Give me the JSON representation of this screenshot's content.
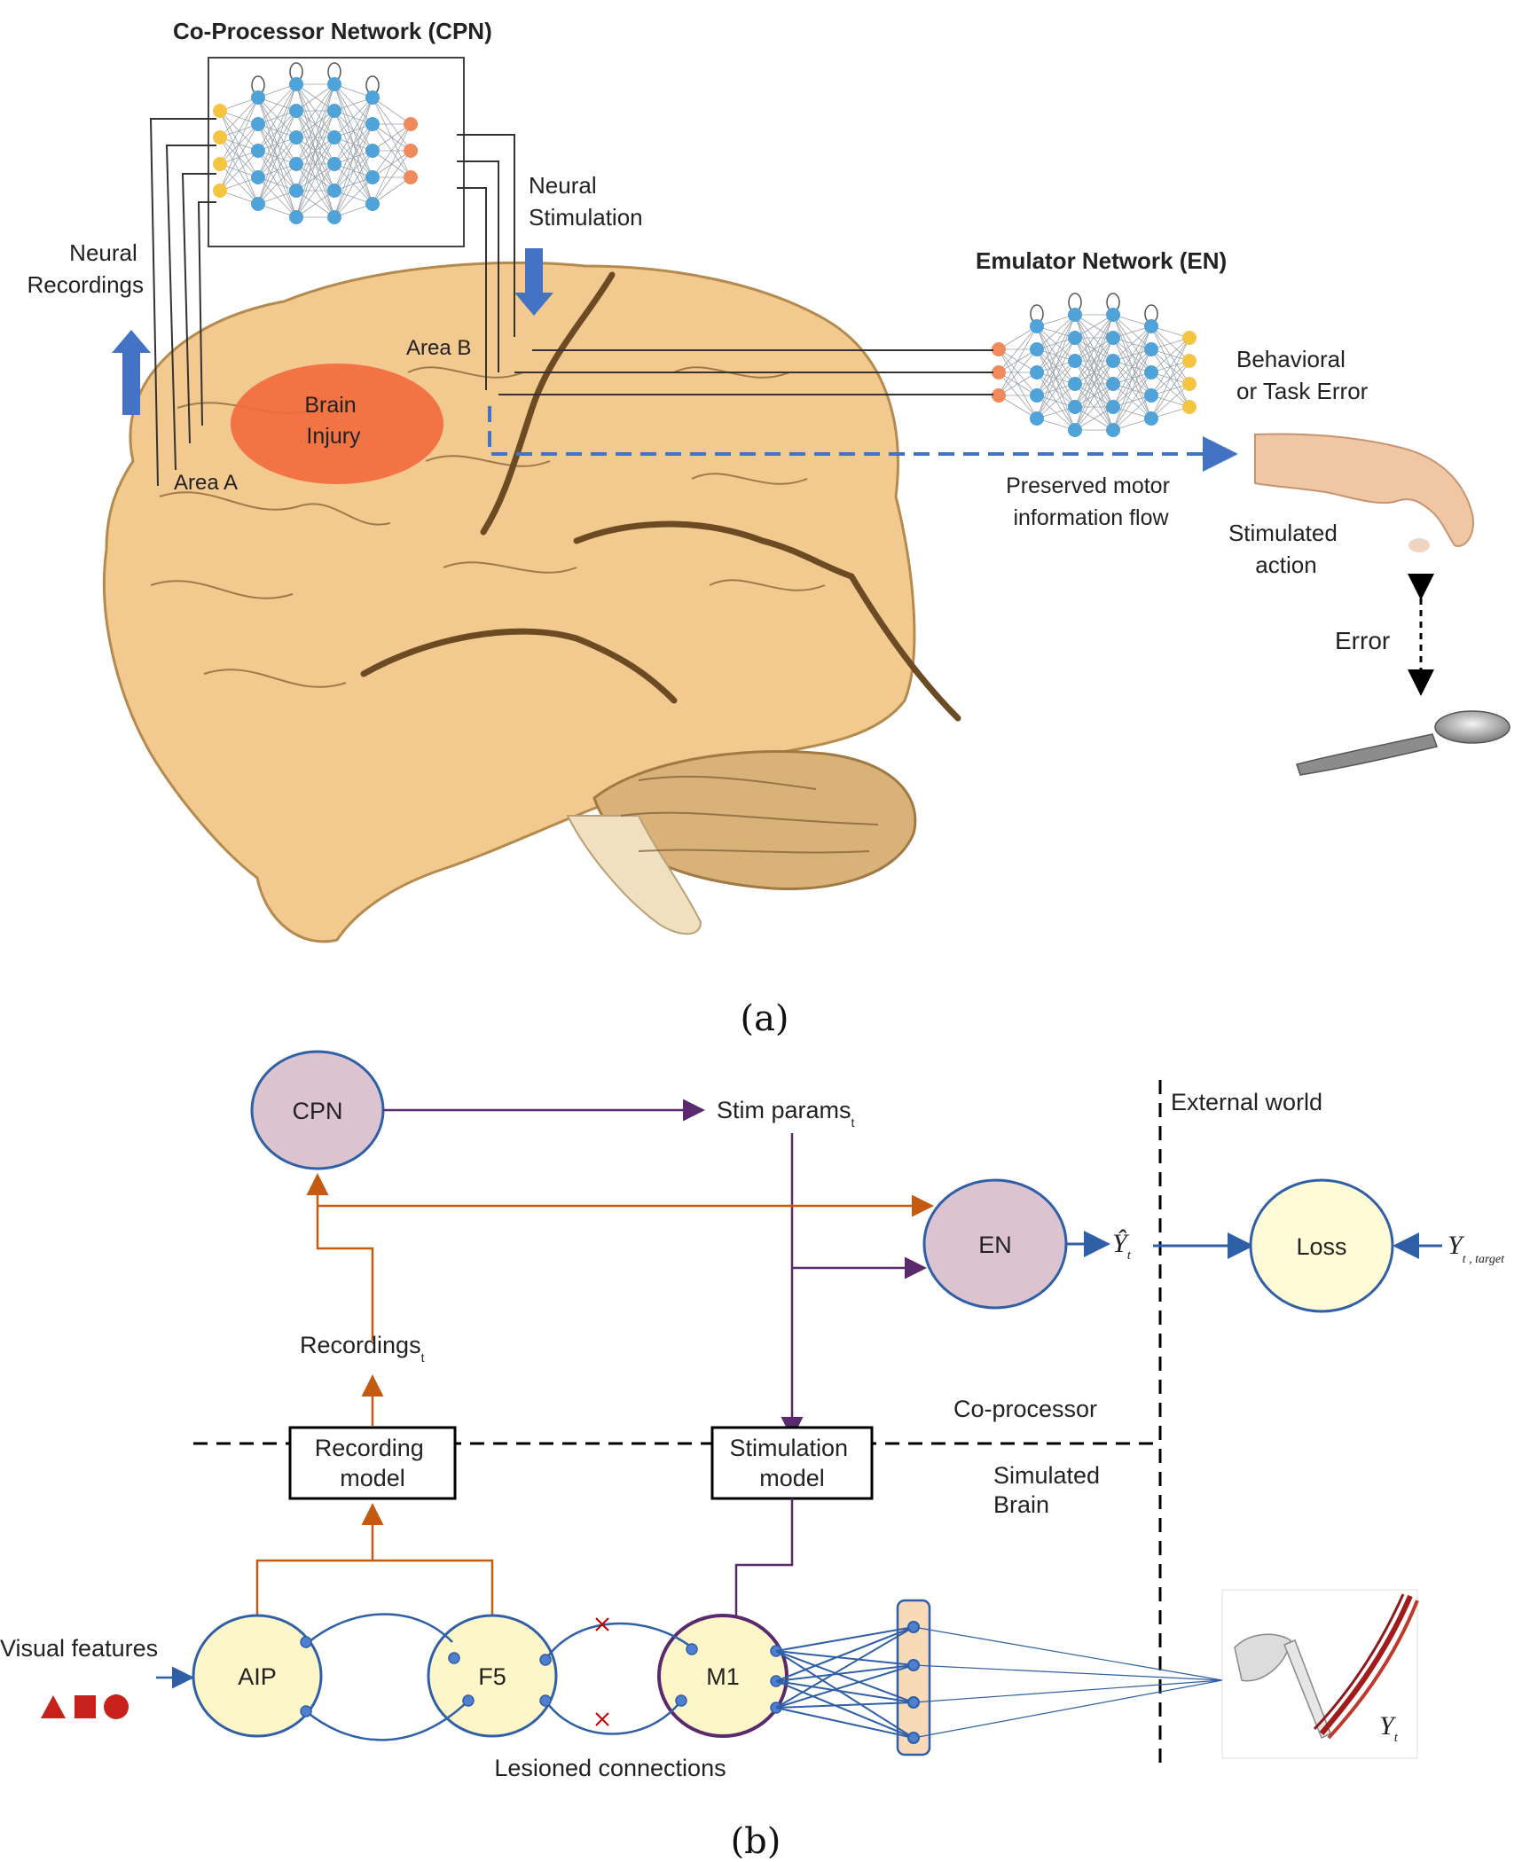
{
  "panel_a": {
    "caption": "(a)",
    "cpn_title": "Co-Processor Network (CPN)",
    "en_title": "Emulator Network (EN)",
    "neural_recordings": [
      "Neural",
      "Recordings"
    ],
    "neural_stimulation": [
      "Neural",
      "Stimulation"
    ],
    "brain_injury": [
      "Brain",
      "Injury"
    ],
    "area_a": "Area A",
    "area_b": "Area B",
    "behavioral_error": [
      "Behavioral",
      "or Task Error"
    ],
    "preserved_flow": [
      "Preserved motor",
      "information flow"
    ],
    "stimulated_action": [
      "Stimulated",
      "action"
    ],
    "error": "Error",
    "colors": {
      "brain": "#f2c98f",
      "injury": "#f26a3c",
      "arrow_blue": "#4472c4"
    }
  },
  "panel_b": {
    "caption": "(b)",
    "cpn": "CPN",
    "stim_params": "Stim params",
    "stim_params_sub": "t",
    "external_world": "External world",
    "en": "EN",
    "y_hat": "Ŷ",
    "y_hat_sub": "t",
    "loss": "Loss",
    "y_target": "Y",
    "y_target_sub": "t , target",
    "recordings": "Recordings",
    "recordings_sub": "t",
    "co_processor": "Co-processor",
    "recording_model": [
      "Recording",
      "model"
    ],
    "stimulation_model": [
      "Stimulation",
      "model"
    ],
    "simulated_brain": [
      "Simulated",
      "Brain"
    ],
    "visual_features": "Visual features",
    "aip": "AIP",
    "f5": "F5",
    "m1": "M1",
    "lesioned": "Lesioned connections",
    "y_t": "Y",
    "y_t_sub": "t",
    "colors": {
      "cpn_fill": "#dcc3d0",
      "loss_fill": "#fffbd6",
      "area_fill": "#fcf6c8",
      "orange": "#c55a11",
      "purple": "#5b2a6e",
      "blue": "#2f5fa6",
      "red": "#c00000"
    }
  }
}
